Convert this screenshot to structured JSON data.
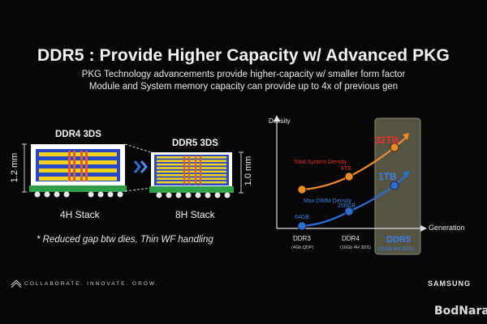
{
  "slide": {
    "title": "DDR5 : Provide Higher Capacity w/ Advanced PKG",
    "subtitle_line1": "PKG Technology advancements provide higher-capacity w/ smaller form factor",
    "subtitle_line2": "Module and System memory capacity can provide up to 4x of previous gen"
  },
  "packages": {
    "ddr4": {
      "title": "DDR4 3DS",
      "caption": "4H Stack",
      "height_label": "1.2 mm",
      "layers": 4
    },
    "ddr5": {
      "title": "DDR5 3DS",
      "caption": "8H Stack",
      "height_label": "1.0 mm",
      "layers": 8
    },
    "note": "* Reduced gap btw dies, Thin WF handling"
  },
  "chart_data": {
    "type": "line",
    "ylabel": "Density",
    "xlabel": "Generation",
    "categories": [
      "DDR3",
      "DDR4",
      "DDR5"
    ],
    "category_sublabels": [
      "(4Gb QDP)",
      "(16Gb 4H 3DS)",
      "(32Gb 8H 3DS)"
    ],
    "highlight_category": "DDR5",
    "series": [
      {
        "name": "Total System Density",
        "point_labels": [
          "",
          "8TB",
          "32TB"
        ],
        "color": "#f08a24",
        "label_color": "#e8312a"
      },
      {
        "name": "Max DIMM Density",
        "point_labels": [
          "64GB",
          "256GB",
          "1TB"
        ],
        "color": "#2a6fd6",
        "label_color": "#3b82e8"
      }
    ]
  },
  "footer": {
    "tagline": "COLLABORATE. INNOVATE. GROW.",
    "brand": "SAMSUNG",
    "watermark": "BodNara"
  },
  "colors": {
    "background": "#070707",
    "die": "#f3d21c",
    "substrate_green": "#2fa04a",
    "package_outline": "#1c46c8",
    "highlight_box": "#555443"
  }
}
